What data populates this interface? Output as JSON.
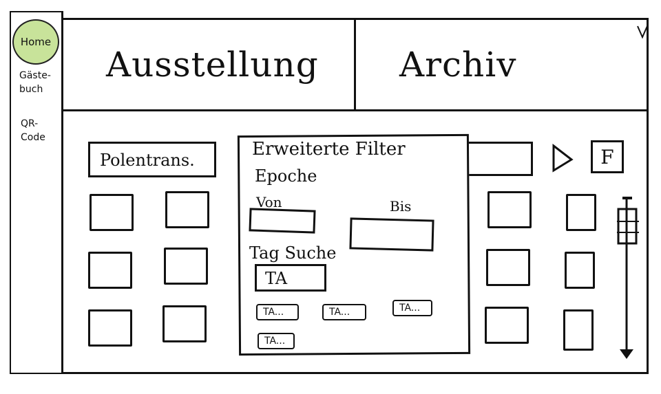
{
  "sidebar": {
    "home_label": "Home",
    "guestbook_label": "Gäste-\nbuch",
    "qrcode_label": "QR-\nCode",
    "home_color": "#c8e39a"
  },
  "tabs": [
    {
      "label": "Ausstellung"
    },
    {
      "label": "Archiv"
    }
  ],
  "search": {
    "left_value": "Polentrans."
  },
  "filter_button_label": "F",
  "filter_panel": {
    "title": "Erweiterte Filter",
    "epoch_label": "Epoche",
    "from_label": "Von",
    "to_label": "Bis",
    "tag_search_label": "Tag Suche",
    "tag_input_value": "TA",
    "tag_chips": [
      "TA...",
      "TA...",
      "TA...",
      "TA..."
    ]
  }
}
